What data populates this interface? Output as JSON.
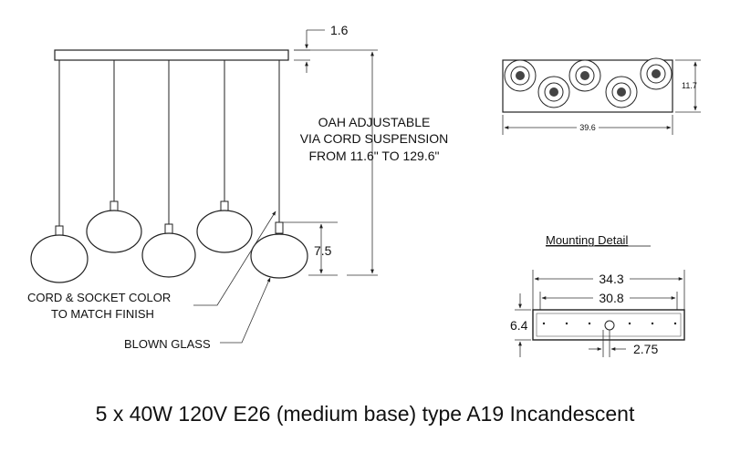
{
  "main_drawing": {
    "canopy_thickness": "1.6",
    "oah_lines": [
      "OAH ADJUSTABLE",
      "VIA CORD SUSPENSION",
      "FROM 11.6\" TO 129.6\""
    ],
    "shade_height": "7.5",
    "cord_note_lines": [
      "CORD & SOCKET COLOR",
      "TO MATCH FINISH"
    ],
    "glass_note": "BLOWN GLASS"
  },
  "top_view": {
    "depth": "11.7",
    "length": "39.6"
  },
  "mounting_detail": {
    "title": "Mounting Detail",
    "outer_length": "34.3",
    "inner_length": "30.8",
    "depth": "6.4",
    "offset": "2.75"
  },
  "caption": "5 x 40W 120V E26 (medium base) type A19 Incandescent"
}
